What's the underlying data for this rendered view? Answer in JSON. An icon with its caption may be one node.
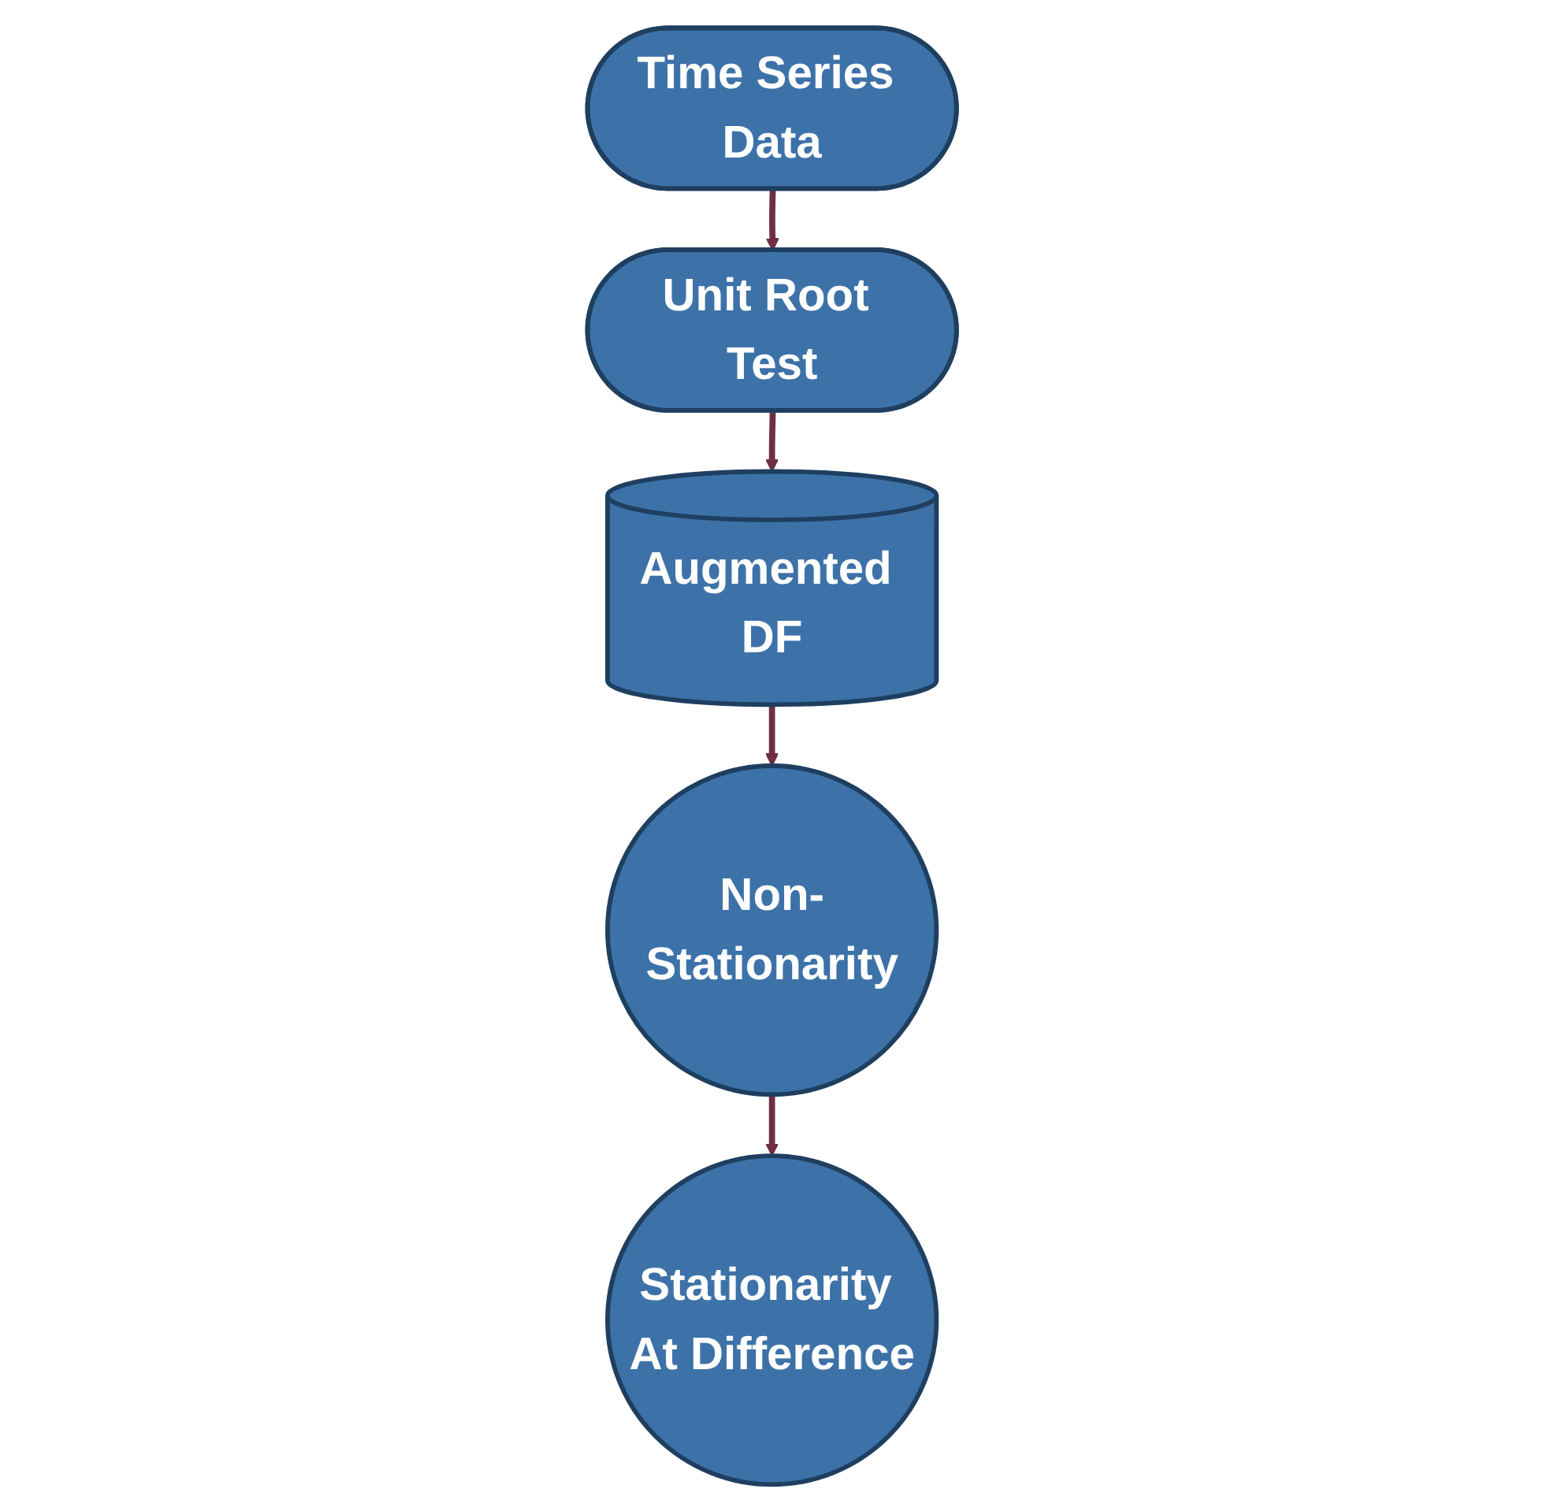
{
  "diagram": {
    "nodes": [
      {
        "text": [
          "Time Series Data"
        ]
      },
      {
        "text": [
          "Unit Root Test"
        ]
      },
      {
        "text": [
          "Augmented DF"
        ]
      },
      {
        "text": [
          "Non-Stationarity"
        ]
      },
      {
        "text": [
          "Stationarity At Difference"
        ]
      }
    ],
    "edges": [
      {
        "from": 0,
        "to": 1,
        "arrow": "to"
      },
      {
        "from": 1,
        "to": 2,
        "arrow": "to"
      },
      {
        "from": 2,
        "to": 3,
        "arrow": "to"
      },
      {
        "from": 3,
        "to": 4,
        "arrow": "to"
      }
    ]
  }
}
